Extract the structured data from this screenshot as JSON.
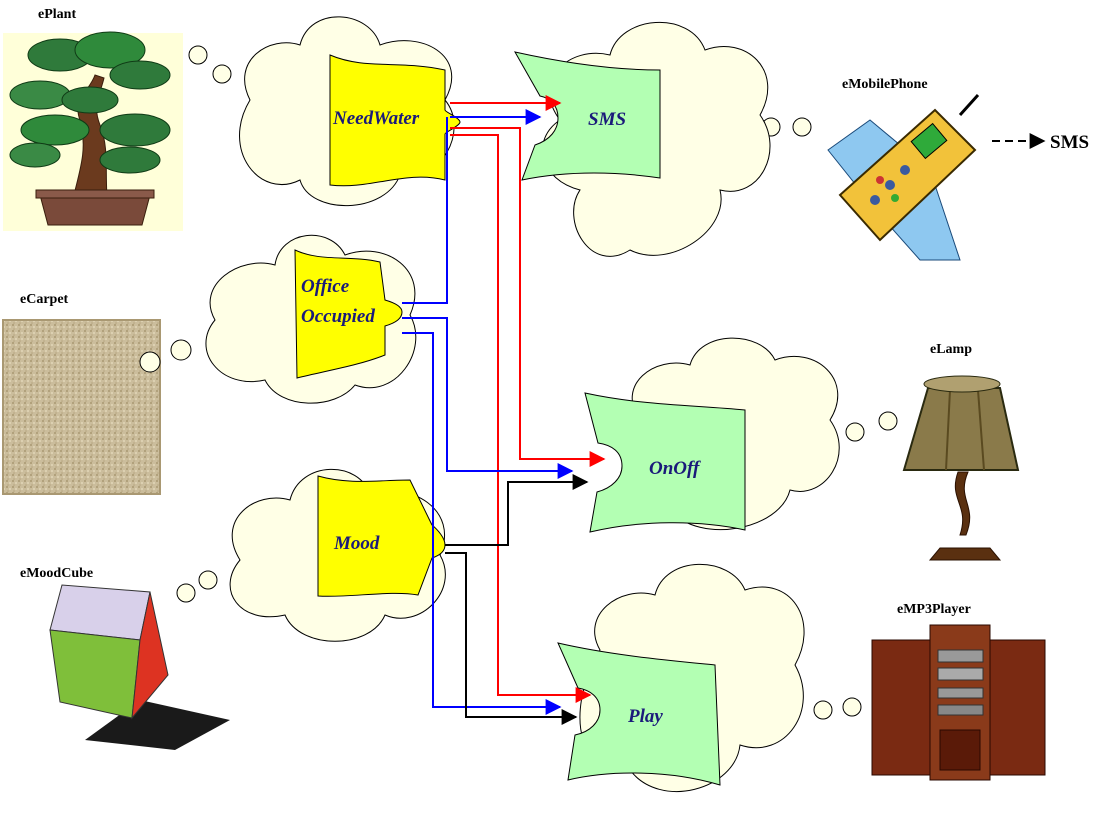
{
  "devices": {
    "plant": "ePlant",
    "carpet": "eCarpet",
    "moodcube": "eMoodCube",
    "mobilephone": "eMobilePhone",
    "lamp": "eLamp",
    "mp3player": "eMP3Player"
  },
  "outputs": {
    "needwater": "NeedWater",
    "office_line1": "Office",
    "office_line2": "Occupied",
    "mood": "Mood"
  },
  "inputs": {
    "sms": "SMS",
    "onoff": "OnOff",
    "play": "Play"
  },
  "phone_output": "SMS",
  "colors": {
    "output_fill": "#ffff00",
    "input_fill": "#b3ffb3",
    "cloud_fill": "#ffffe6",
    "red_link": "#ff0000",
    "blue_link": "#0000ff",
    "black_link": "#000000",
    "label_text": "#1a1a7a"
  }
}
